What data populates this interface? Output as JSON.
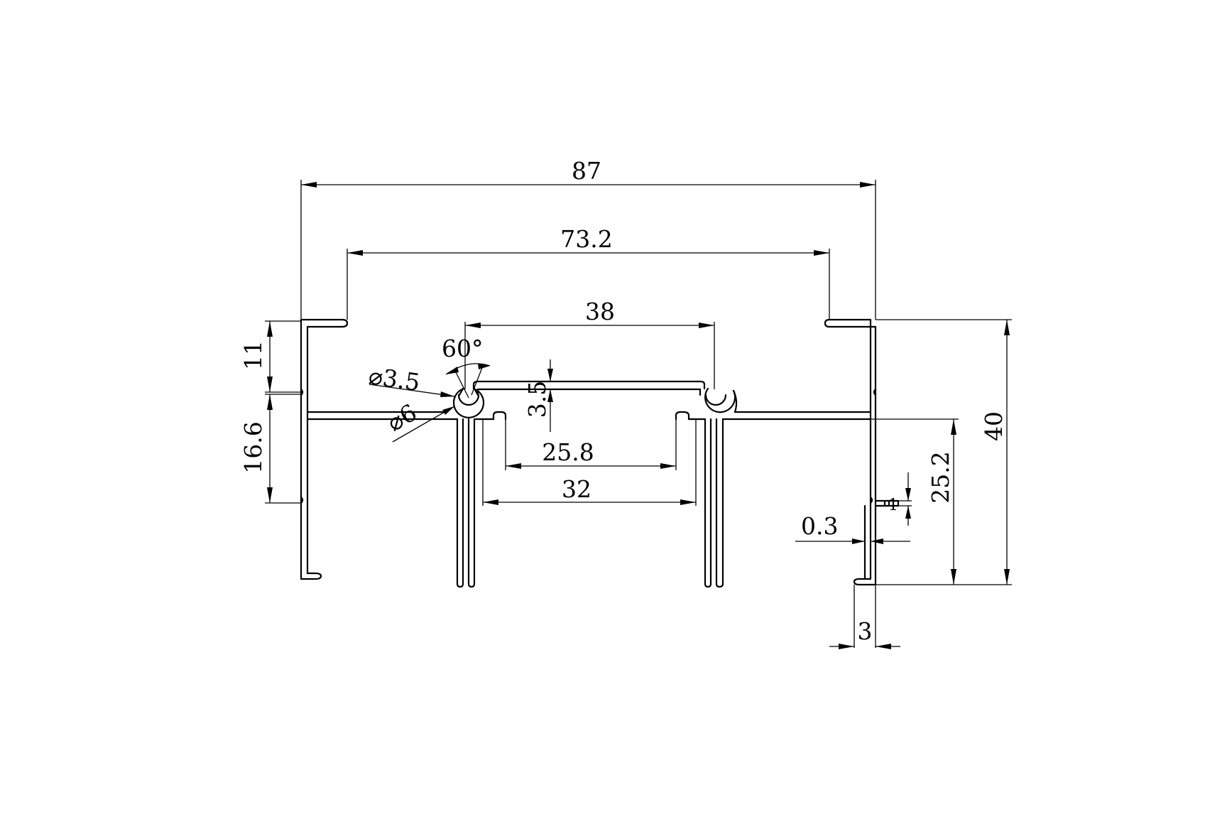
{
  "dimensions": {
    "overall_width": "87",
    "top_opening": "73.2",
    "slot_spacing": "38",
    "inner_web": "25.8",
    "inner_legs": "32",
    "top_flange": "11",
    "lower_height": "16.6",
    "slot_depth": "3.5",
    "angle": "60°",
    "hole_small": "⌀3.5",
    "hole_large": "⌀6",
    "right_height": "25.2",
    "total_height": "40",
    "clearance": "0.3",
    "lip": "3",
    "small_tick": "1"
  },
  "colors": {
    "line": "#000000",
    "background": "#ffffff"
  }
}
